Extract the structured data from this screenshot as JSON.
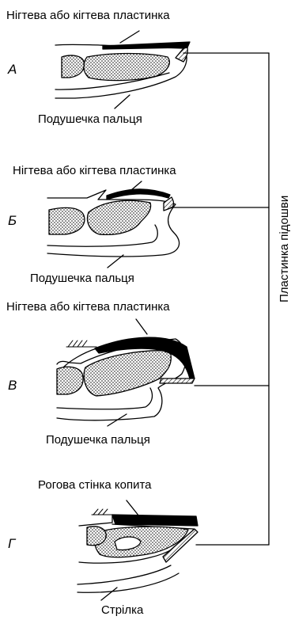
{
  "panels": [
    {
      "letter": "А",
      "top_label": "Нігтева або кігтева пластинка",
      "bottom_label": "Подушечка пальця"
    },
    {
      "letter": "Б",
      "top_label": "Нігтева або кігтева пластинка",
      "bottom_label": "Подушечка пальця"
    },
    {
      "letter": "В",
      "top_label": "Нігтева або кігтева пластинка",
      "bottom_label": "Подушечка пальця"
    },
    {
      "letter": "Г",
      "top_label": "Рогова стінка копита",
      "bottom_label": "Стрілка"
    }
  ],
  "side_label": "Пластинка підошви"
}
